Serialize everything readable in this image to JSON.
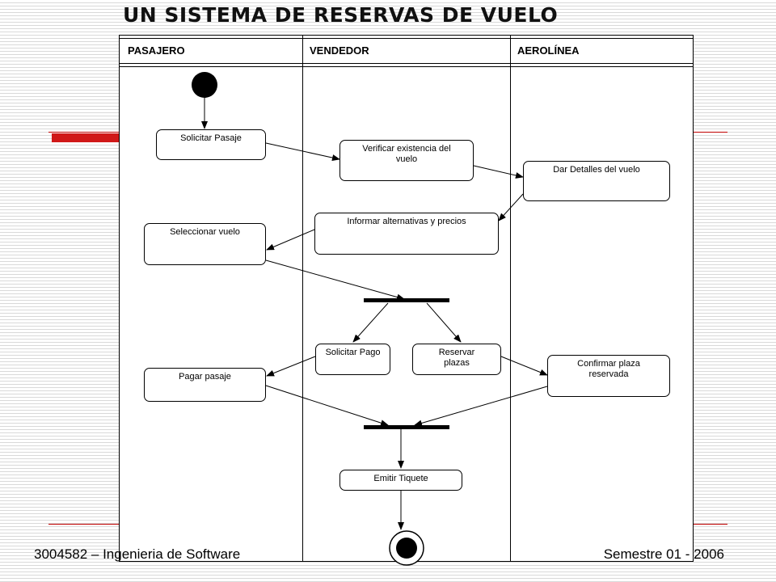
{
  "title": "UN SISTEMA DE RESERVAS DE VUELO",
  "lanes": [
    "PASAJERO",
    "VENDEDOR",
    "AEROLÍNEA"
  ],
  "activities": {
    "solicitar_pasaje": "Solicitar Pasaje",
    "verificar_existencia": "Verificar existencia del vuelo",
    "dar_detalles": "Dar Detalles del vuelo",
    "informar_alternativas": "Informar alternativas y precios",
    "seleccionar_vuelo": "Seleccionar vuelo",
    "solicitar_pago": "Solicitar Pago",
    "reservar_plazas": "Reservar plazas",
    "pagar_pasaje": "Pagar pasaje",
    "confirmar_plaza": "Confirmar plaza reservada",
    "emitir_tiquete": "Emitir Tiquete"
  },
  "footer": {
    "left": "3004582 – Ingenieria de Software",
    "right": "Semestre 01 - 2006"
  },
  "colors": {
    "accent_red": "#d01818",
    "rule_red": "#c00000",
    "stripe": "#d9d9d9"
  }
}
